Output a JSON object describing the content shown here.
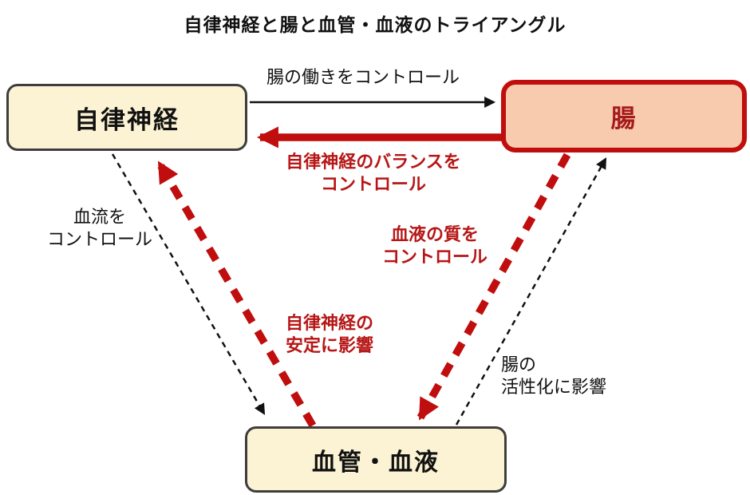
{
  "title": "自律神経と腸と血管・血液のトライアングル",
  "nodes": {
    "autonomic": {
      "label": "自律神経"
    },
    "intestine": {
      "label": "腸"
    },
    "blood": {
      "label": "血管・血液"
    }
  },
  "edges": {
    "autonomic_to_intestine": {
      "from": "自律神経",
      "to": "腸",
      "style": "thin-black-solid",
      "lines": {
        "line1": "腸の働きをコントロール"
      }
    },
    "intestine_to_autonomic": {
      "from": "腸",
      "to": "自律神経",
      "style": "thick-red-solid",
      "lines": {
        "line1": "自律神経のバランスを",
        "line2": "コントロール"
      }
    },
    "autonomic_to_blood": {
      "from": "自律神経",
      "to": "血管・血液",
      "style": "thin-black-dashed",
      "lines": {
        "line1": "血流を",
        "line2": "コントロール"
      }
    },
    "intestine_to_blood": {
      "from": "腸",
      "to": "血管・血液",
      "style": "thick-red-dashed",
      "lines": {
        "line1": "血液の質を",
        "line2": "コントロール"
      }
    },
    "blood_to_autonomic": {
      "from": "血管・血液",
      "to": "自律神経",
      "style": "thick-red-dashed",
      "lines": {
        "line1": "自律神経の",
        "line2": "安定に影響"
      }
    },
    "blood_to_intestine": {
      "from": "血管・血液",
      "to": "腸",
      "style": "thin-black-dashed",
      "lines": {
        "line1": "腸の",
        "line2": "活性化に影響"
      }
    }
  },
  "colors": {
    "background": "#ffffff",
    "cream_fill": "#fcf3d5",
    "dark_border": "#3d3d3d",
    "salmon_fill": "#f8cbae",
    "red_accent": "#c00d0d",
    "red_text": "#b71616",
    "black_text": "#111111"
  }
}
